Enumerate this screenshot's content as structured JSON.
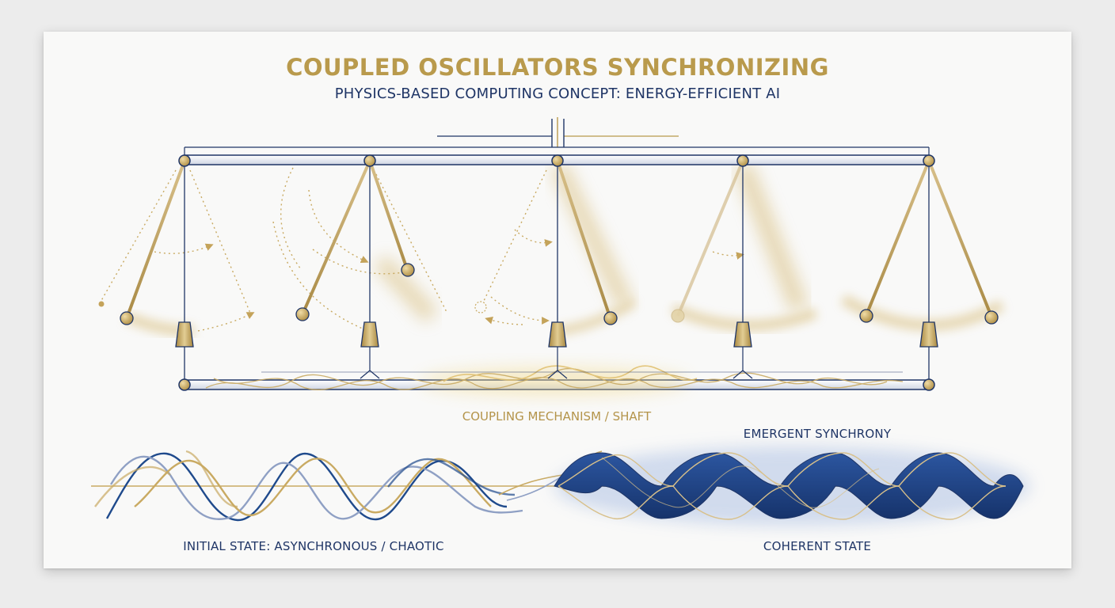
{
  "title": "COUPLED OSCILLATORS SYNCHRONIZING",
  "subtitle": "PHYSICS-BASED COMPUTING CONCEPT: ENERGY-EFFICIENT AI",
  "labels": {
    "coupling": "COUPLING MECHANISM / SHAFT",
    "emergent": "EMERGENT SYNCHRONY",
    "initial": "INITIAL STATE: ASYNCHRONOUS / CHAOTIC",
    "coherent": "COHERENT STATE"
  },
  "colors": {
    "gold": "#b99a4c",
    "navy": "#1f3566",
    "wave_fill": "#1e4487",
    "background": "#f9f9f8"
  },
  "oscillator_count": 5
}
